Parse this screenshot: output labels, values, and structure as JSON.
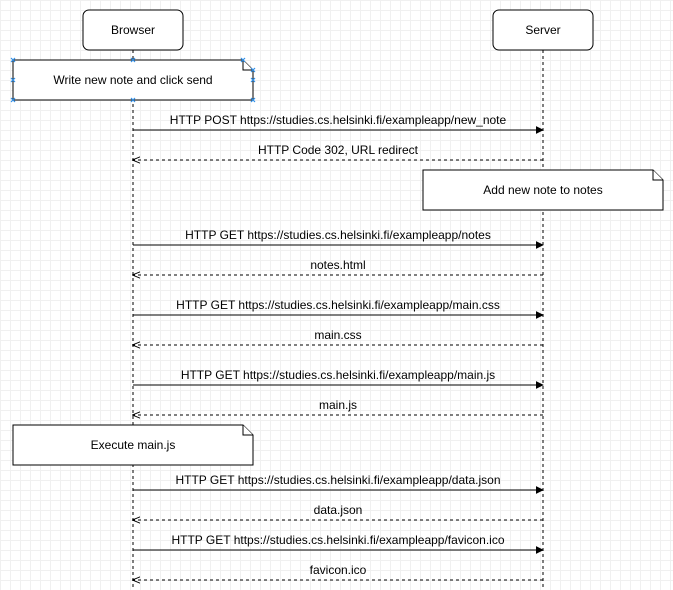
{
  "diagram": {
    "actors": {
      "browser": "Browser",
      "server": "Server"
    },
    "notes": {
      "write_note": "Write new note and click send",
      "add_note": "Add new note to notes",
      "execute_js": "Execute main.js"
    },
    "messages": [
      {
        "id": "post-new-note",
        "label": "HTTP POST https://studies.cs.helsinki.fi/exampleapp/new_note",
        "direction": "to-server",
        "style": "solid"
      },
      {
        "id": "redirect-302",
        "label": "HTTP Code 302, URL redirect",
        "direction": "to-browser",
        "style": "dashed"
      },
      {
        "id": "get-notes",
        "label": "HTTP GET https://studies.cs.helsinki.fi/exampleapp/notes",
        "direction": "to-server",
        "style": "solid"
      },
      {
        "id": "resp-notes-html",
        "label": "notes.html",
        "direction": "to-browser",
        "style": "dashed"
      },
      {
        "id": "get-main-css",
        "label": "HTTP GET https://studies.cs.helsinki.fi/exampleapp/main.css",
        "direction": "to-server",
        "style": "solid"
      },
      {
        "id": "resp-main-css",
        "label": "main.css",
        "direction": "to-browser",
        "style": "dashed"
      },
      {
        "id": "get-main-js",
        "label": "HTTP GET https://studies.cs.helsinki.fi/exampleapp/main.js",
        "direction": "to-server",
        "style": "solid"
      },
      {
        "id": "resp-main-js",
        "label": "main.js",
        "direction": "to-browser",
        "style": "dashed"
      },
      {
        "id": "get-data-json",
        "label": "HTTP GET https://studies.cs.helsinki.fi/exampleapp/data.json",
        "direction": "to-server",
        "style": "solid"
      },
      {
        "id": "resp-data-json",
        "label": "data.json",
        "direction": "to-browser",
        "style": "dashed"
      },
      {
        "id": "get-favicon",
        "label": "HTTP GET https://studies.cs.helsinki.fi/exampleapp/favicon.ico",
        "direction": "to-server",
        "style": "solid"
      },
      {
        "id": "resp-favicon",
        "label": "favicon.ico",
        "direction": "to-browser",
        "style": "dashed"
      }
    ]
  }
}
